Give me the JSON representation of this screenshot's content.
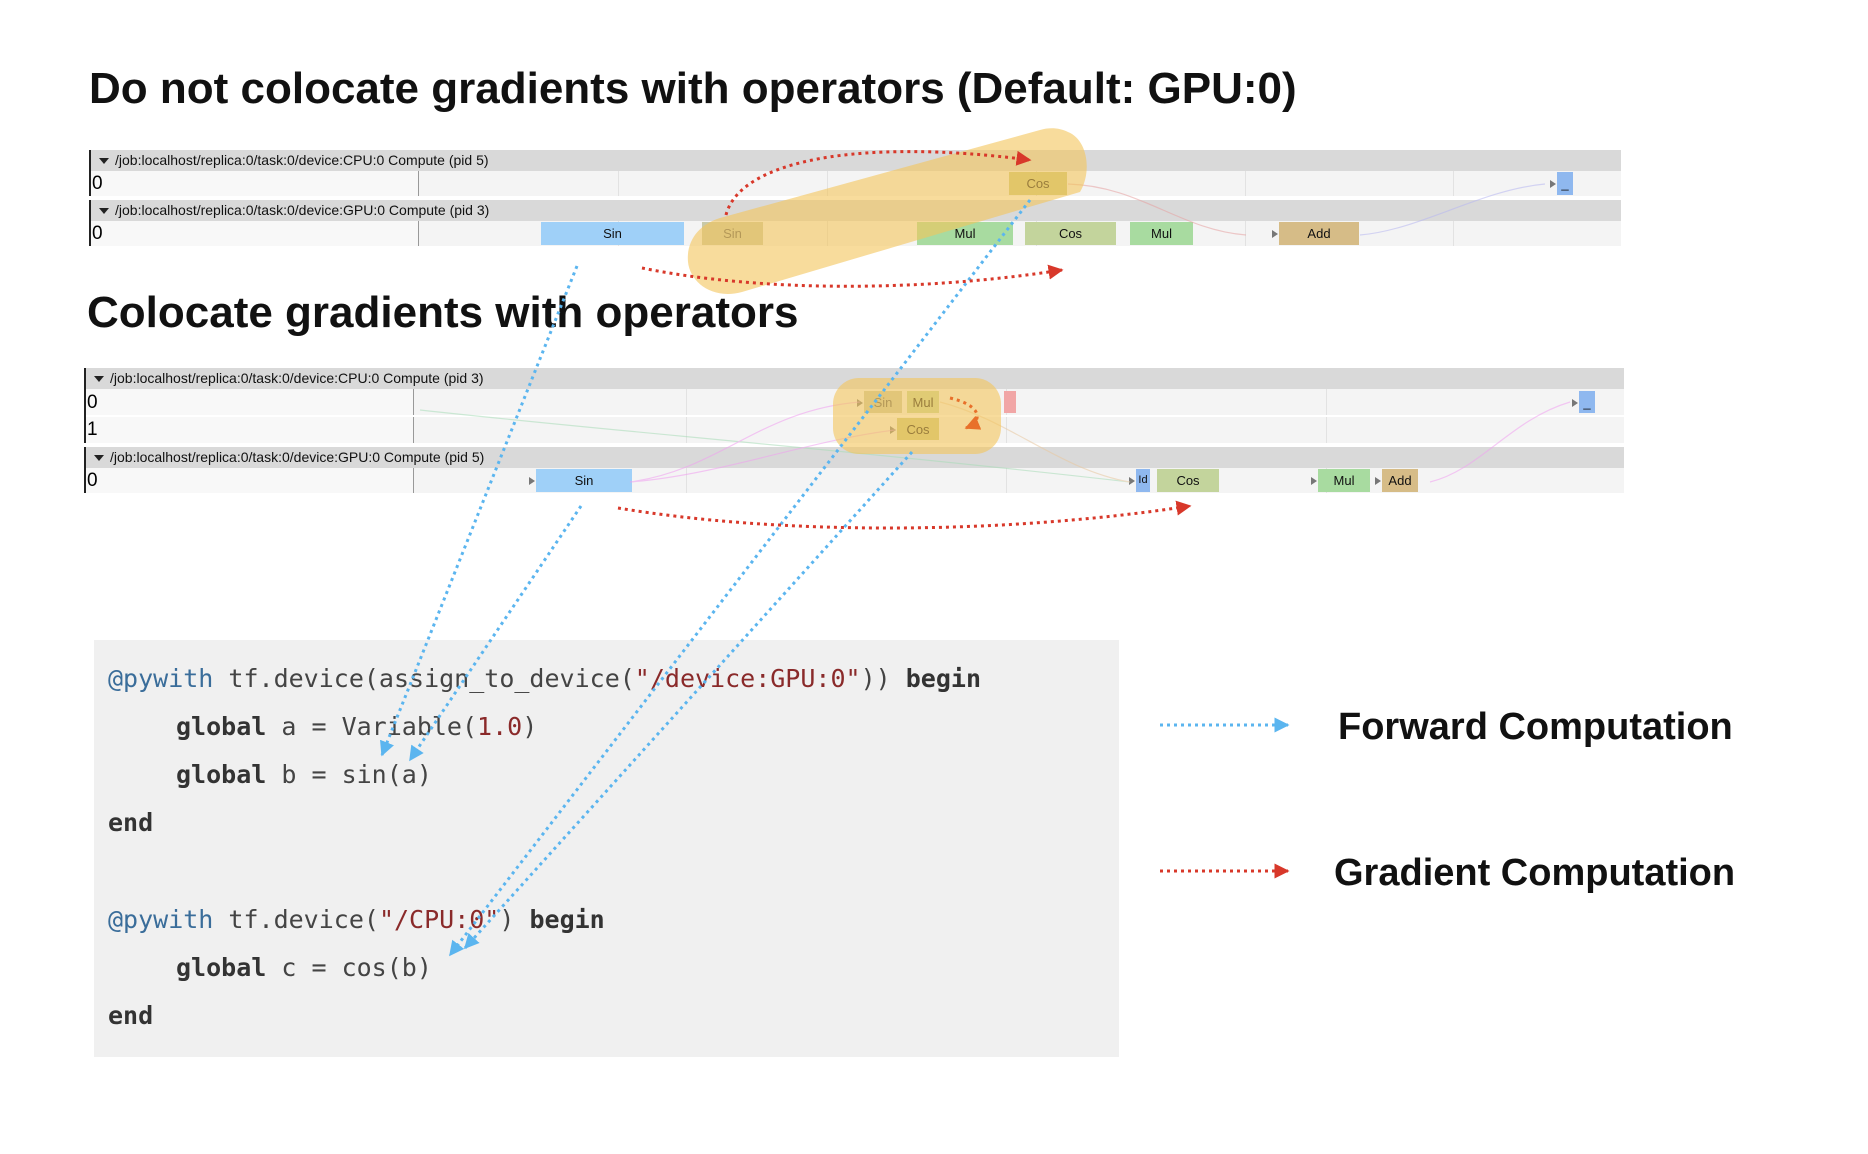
{
  "titles": {
    "top": "Do not colocate gradients with operators (Default: GPU:0)",
    "bottom": "Colocate gradients with operators"
  },
  "timeline_top": {
    "tracks": [
      {
        "header": "/job:localhost/replica:0/task:0/device:CPU:0 Compute (pid 5)",
        "rows": [
          {
            "label": "0",
            "ops": [
              {
                "name": "Cos"
              },
              {
                "name": "_"
              }
            ]
          }
        ]
      },
      {
        "header": "/job:localhost/replica:0/task:0/device:GPU:0 Compute (pid 3)",
        "rows": [
          {
            "label": "0",
            "ops": [
              {
                "name": "Sin"
              },
              {
                "name": "Sin"
              },
              {
                "name": "Mul"
              },
              {
                "name": "Cos"
              },
              {
                "name": "Mul"
              },
              {
                "name": "Add"
              }
            ]
          }
        ]
      }
    ]
  },
  "timeline_bottom": {
    "tracks": [
      {
        "header": "/job:localhost/replica:0/task:0/device:CPU:0 Compute (pid 3)",
        "rows": [
          {
            "label": "0",
            "ops": [
              {
                "name": "Sin"
              },
              {
                "name": "Mul"
              },
              {
                "name": ""
              },
              {
                "name": "_"
              }
            ]
          },
          {
            "label": "1",
            "ops": [
              {
                "name": "Cos"
              }
            ]
          }
        ]
      },
      {
        "header": "/job:localhost/replica:0/task:0/device:GPU:0 Compute (pid 5)",
        "rows": [
          {
            "label": "0",
            "ops": [
              {
                "name": "Sin"
              },
              {
                "name": "Id"
              },
              {
                "name": "Cos"
              },
              {
                "name": "Mul"
              },
              {
                "name": "Add"
              }
            ]
          }
        ]
      }
    ]
  },
  "code": {
    "block1": {
      "macro": "@pywith",
      "call_pre": " tf.device(assign_to_device(",
      "device_str": "\"/device:GPU:0\"",
      "call_post": ")) ",
      "begin": "begin",
      "line2_kw": "global",
      "line2_pre": " a = Variable(",
      "line2_num": "1.0",
      "line2_post": ")",
      "line3_kw": "global",
      "line3_rest": " b = sin(a)",
      "end": "end"
    },
    "block2": {
      "macro": "@pywith",
      "call_pre": " tf.device(",
      "device_str": "\"/CPU:0\"",
      "call_post": ") ",
      "begin": "begin",
      "line2_kw": "global",
      "line2_rest": " c = cos(b)",
      "end": "end"
    }
  },
  "legend": {
    "forward": {
      "label": "Forward Computation",
      "color": "#5bb5ef"
    },
    "gradient": {
      "label": "Gradient Computation",
      "color": "#d8382a"
    }
  },
  "colors": {
    "highlight": "#f3c55a",
    "forward_arrow": "#5bb5ef",
    "gradient_arrow": "#d8382a"
  }
}
